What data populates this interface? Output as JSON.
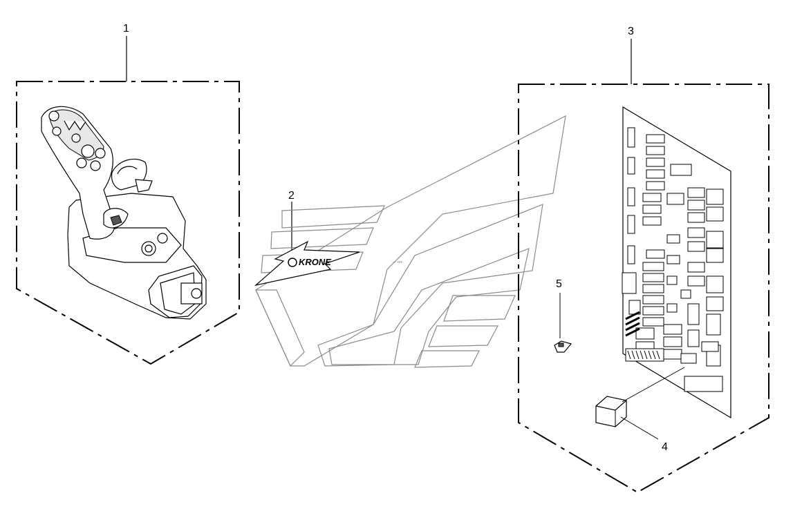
{
  "callouts": {
    "c1": "1",
    "c2": "2",
    "c3": "3",
    "c4": "4",
    "c5": "5"
  },
  "logo_text": "KRONE",
  "small_label": "— xxx"
}
